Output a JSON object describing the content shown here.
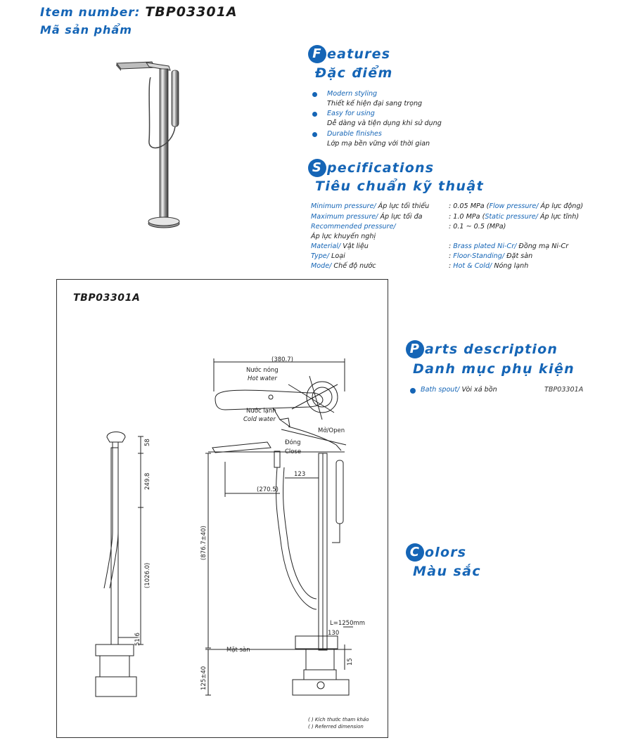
{
  "header": {
    "item_label": "Item number:",
    "item_number": "TBP03301A",
    "item_label_vi": "Mã sản phẩm"
  },
  "features": {
    "title_cap": "F",
    "title_rest": "eatures",
    "title_vi": "Đặc điểm",
    "items": [
      {
        "en": "Modern styling",
        "vi": "Thiết kế hiện đại sang trọng"
      },
      {
        "en": "Easy for using",
        "vi": "Dễ dàng và tiện dụng khi sử dụng"
      },
      {
        "en": "Durable finishes",
        "vi": "Lớp mạ  bền vững với thời gian"
      }
    ]
  },
  "specifications": {
    "title_cap": "S",
    "title_rest": "pecifications",
    "title_vi": "Tiêu chuẩn kỹ thuật",
    "rows": [
      {
        "label_en": "Minimum pressure/",
        "label_vi": " Áp lực tối thiểu",
        "value_plain": ": 0.05 MPa (",
        "value_en": "Flow pressure/",
        "value_vi": " Áp lực động)"
      },
      {
        "label_en": "Maximum pressure/",
        "label_vi": " Áp lực tối đa",
        "value_plain": ": 1.0 MPa (",
        "value_en": "Static pressure/",
        "value_vi": " Áp lực tĩnh)"
      },
      {
        "label_en": "Recommended pressure/",
        "label_vi": "",
        "value_plain": ": 0.1 ~ 0.5 (MPa)",
        "value_en": "",
        "value_vi": ""
      },
      {
        "label_en": "",
        "label_vi": "Áp lực khuyến nghị",
        "value_plain": "",
        "value_en": "",
        "value_vi": ""
      },
      {
        "label_en": "Material/",
        "label_vi": " Vật liệu",
        "value_plain": ": ",
        "value_en": "Brass plated Ni-Cr/",
        "value_vi": " Đồng mạ Ni-Cr"
      },
      {
        "label_en": "Type/",
        "label_vi": " Loại",
        "value_plain": ": ",
        "value_en": "Floor-Standing/",
        "value_vi": " Đặt sàn"
      },
      {
        "label_en": "Mode/",
        "label_vi": " Chế độ nước",
        "value_plain": ": ",
        "value_en": "Hot & Cold/",
        "value_vi": " Nóng lạnh"
      }
    ]
  },
  "drawing": {
    "model": "TBP03301A",
    "hot_vi": "Nước nóng",
    "hot_en": "Hot water",
    "cold_vi": "Nước lạnh",
    "cold_en": "Cold water",
    "open": "Mở/Open",
    "close_vi": "Đóng",
    "close_en": "Close",
    "floor": "Mặt sàn",
    "hose_length": "L=1250mm",
    "dims": {
      "d_380": "(380.7)",
      "d_123": "123",
      "d_270": "(270.5)",
      "d_876": "(876.7±40)",
      "d_58": "58",
      "d_249": "249.8",
      "d_1026": "(1026.0)",
      "d_51": "51.6",
      "d_130": "130",
      "d_15": "15",
      "d_125": "125±40"
    },
    "note_vi": "( ) Kích thước tham khảo",
    "note_en": "( ) Referred dimension"
  },
  "parts": {
    "title_cap": "P",
    "title_rest": "arts description",
    "title_vi": "Danh mục phụ kiện",
    "items": [
      {
        "en": "Bath spout/",
        "vi": " Vòi xả bồn",
        "code": "TBP03301A"
      }
    ]
  },
  "colors": {
    "title_cap": "C",
    "title_rest": "olors",
    "title_vi": "Màu sắc"
  }
}
